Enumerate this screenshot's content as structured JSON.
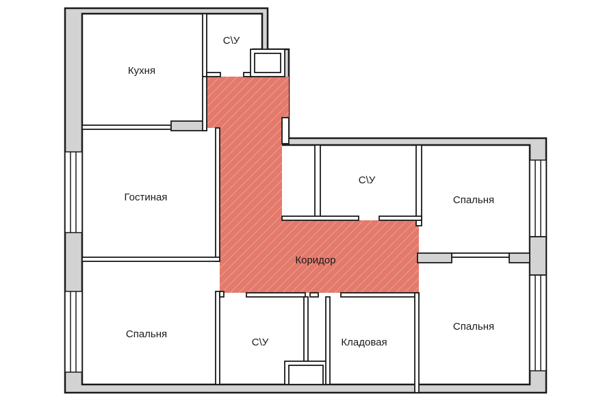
{
  "rooms": {
    "kitchen": "Кухня",
    "bath_top": "С\\У",
    "living": "Гостиная",
    "bath_center": "С\\У",
    "bedroom_ne": "Спальня",
    "corridor": "Коридор",
    "bedroom_sw": "Спальня",
    "bath_bottom": "С\\У",
    "storage": "Кладовая",
    "bedroom_se": "Спальня"
  },
  "colors": {
    "highlight": "#e37a6c",
    "wall": "#d3d3d3",
    "outline": "#1a1a1a"
  }
}
